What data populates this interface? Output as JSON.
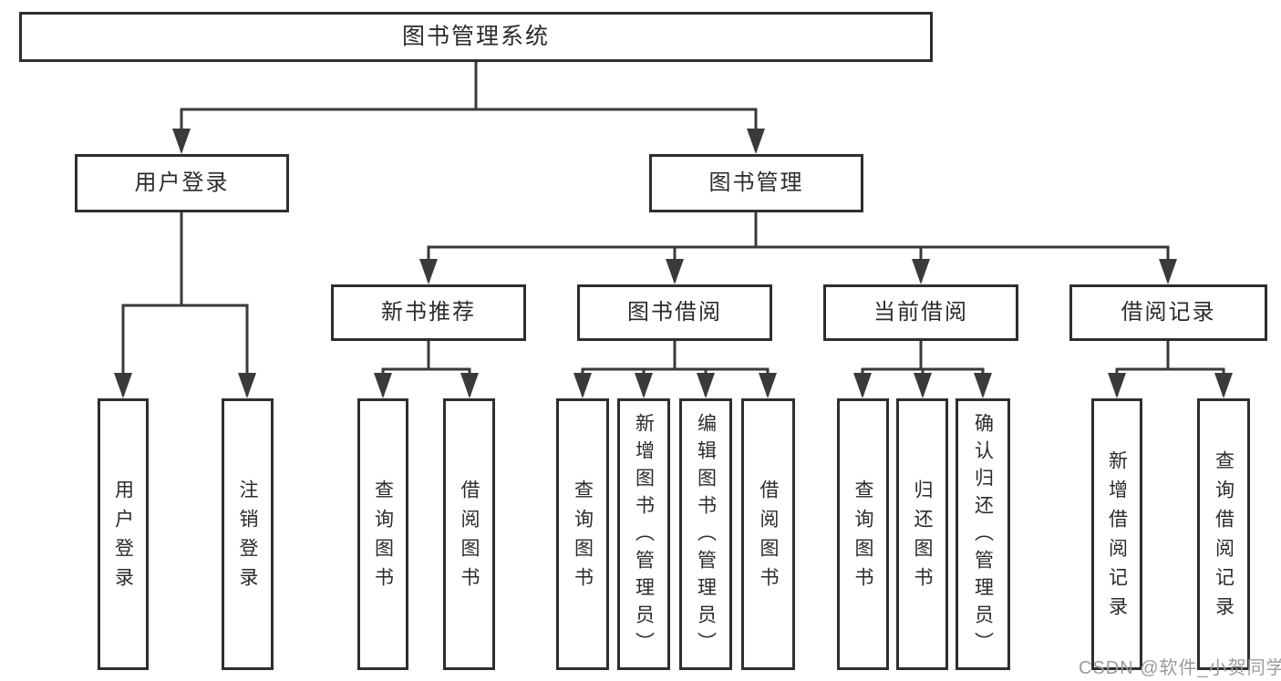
{
  "tree": {
    "root": "图书管理系统",
    "children": [
      {
        "label": "用户登录",
        "children": [
          "用户登录",
          "注销登录"
        ]
      },
      {
        "label": "图书管理",
        "children": [
          {
            "label": "新书推荐",
            "children": [
              "查询图书",
              "借阅图书"
            ]
          },
          {
            "label": "图书借阅",
            "children": [
              "查询图书",
              "新增图书（管理员）",
              "编辑图书（管理员）",
              "借阅图书"
            ]
          },
          {
            "label": "当前借阅",
            "children": [
              "查询图书",
              "归还图书",
              "确认归还（管理员）"
            ]
          },
          {
            "label": "借阅记录",
            "children": [
              "新增借阅记录",
              "查询借阅记录"
            ]
          }
        ]
      }
    ]
  },
  "watermark": {
    "text": "CSDN @软件_小贺同学"
  },
  "colors": {
    "line": "#3a3a3a",
    "box_border": "#2e2e2e",
    "text": "#2b2b2b",
    "watermark": "#9b9b9b",
    "bg": "#ffffff"
  }
}
